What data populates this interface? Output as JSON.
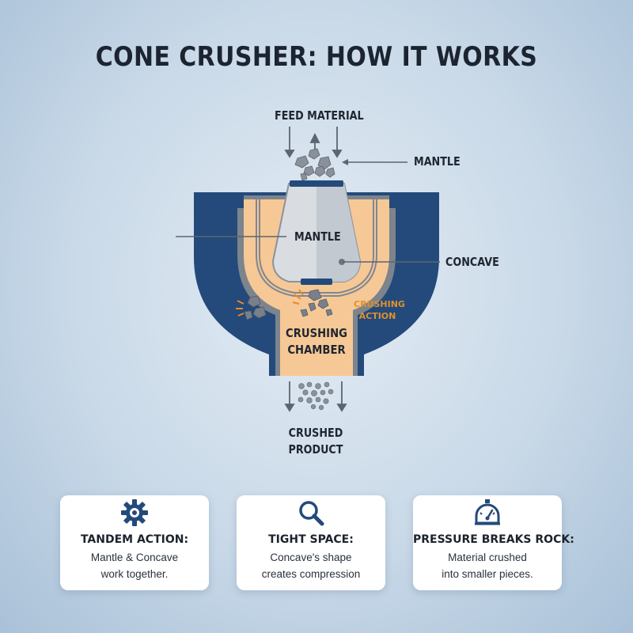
{
  "title": "CONE CRUSHER: HOW IT WORKS",
  "diagram": {
    "feed_label": "FEED MATERIAL",
    "mantle_top_label": "MANTLE",
    "mantle_label": "MANTLE",
    "concave_label": "CONCAVE",
    "crushing_action_label": "CRUSHING\nACTION",
    "chamber_label": "CRUSHING\nCHAMBER",
    "product_label": "CRUSHED\nPRODUCT",
    "colors": {
      "housing": "#234a7a",
      "concave_fill": "#f6c896",
      "mantle": "#d9dde2",
      "rock": "#858c96",
      "accent_orange": "#e8892c"
    }
  },
  "cards": [
    {
      "icon": "gear-icon",
      "title": "TANDEM ACTION:",
      "body": "Mantle & Concave\nwork together."
    },
    {
      "icon": "magnifier-icon",
      "title": "TIGHT SPACE:",
      "body": "Concave's shape\ncreates compression"
    },
    {
      "icon": "pressure-gauge-icon",
      "title": "PRESSURE BREAKS ROCK:",
      "body": "Material crushed\ninto smaller pieces."
    }
  ]
}
